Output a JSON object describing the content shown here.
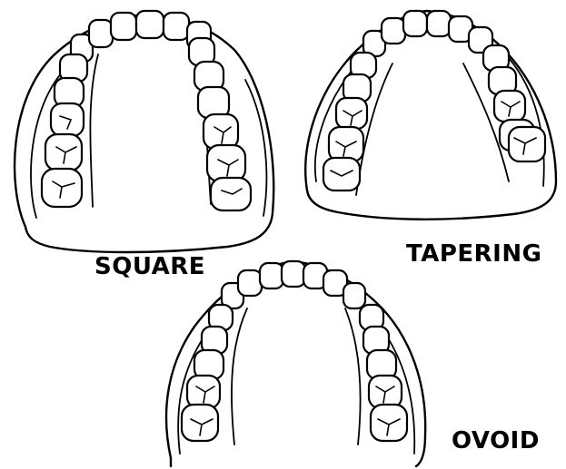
{
  "arches": [
    {
      "id": "square",
      "label": "SQUARE"
    },
    {
      "id": "tapering",
      "label": "TAPERING"
    },
    {
      "id": "ovoid",
      "label": "OVOID"
    }
  ],
  "colors": {
    "ink": "#000000",
    "paper": "#ffffff"
  }
}
